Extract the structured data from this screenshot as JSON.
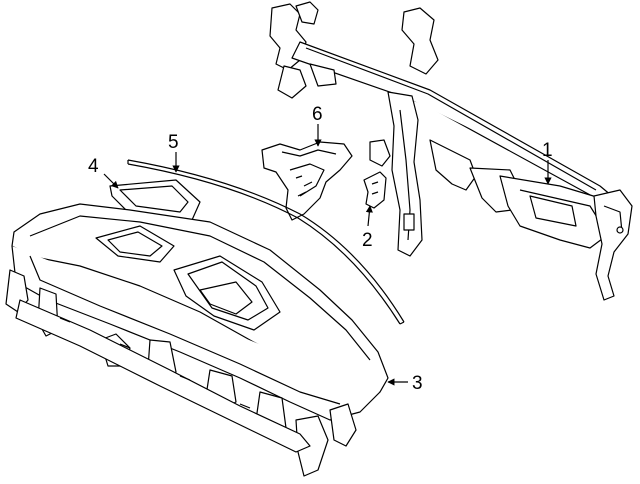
{
  "callouts": [
    {
      "id": "1",
      "label": "1",
      "part": "instrument-panel-reinforcement-beam"
    },
    {
      "id": "2",
      "label": "2",
      "part": "small-bracket"
    },
    {
      "id": "3",
      "label": "3",
      "part": "instrument-panel-assembly"
    },
    {
      "id": "4",
      "label": "4",
      "part": "display-bezel"
    },
    {
      "id": "5",
      "label": "5",
      "part": "windshield-molding-strip"
    },
    {
      "id": "6",
      "label": "6",
      "part": "center-support-bracket"
    }
  ],
  "colors": {
    "line": "#000000",
    "fill": "#ffffff"
  }
}
